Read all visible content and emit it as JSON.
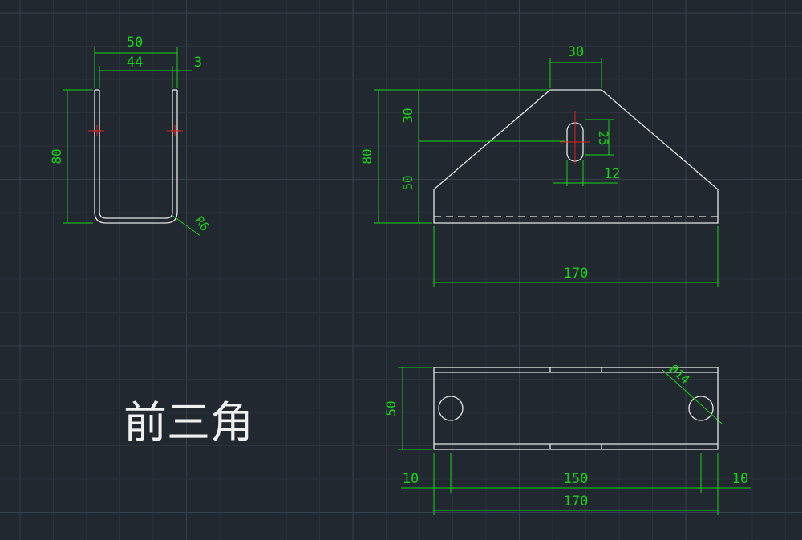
{
  "title": "前三角",
  "colors": {
    "background": "#212830",
    "grid_minor": "#2a323b",
    "grid_major": "#36404a",
    "geometry": "#e6e6e6",
    "dimension": "#15d415",
    "centerline": "#e02020"
  },
  "side_view": {
    "dim_overall_width": "50",
    "dim_inner_width": "44",
    "dim_thickness": "3",
    "dim_height": "80",
    "dim_radius": "R6"
  },
  "front_view": {
    "dim_top_width": "30",
    "dim_upper_height": "30",
    "dim_lower_height": "50",
    "dim_total_height": "80",
    "dim_slot_length": "25",
    "dim_slot_width": "12",
    "dim_base_width": "170"
  },
  "bottom_view": {
    "dim_depth": "50",
    "dim_hole_diameter": "Ø14",
    "dim_left_offset": "10",
    "dim_hole_spacing": "150",
    "dim_right_offset": "10",
    "dim_total_length": "170"
  }
}
